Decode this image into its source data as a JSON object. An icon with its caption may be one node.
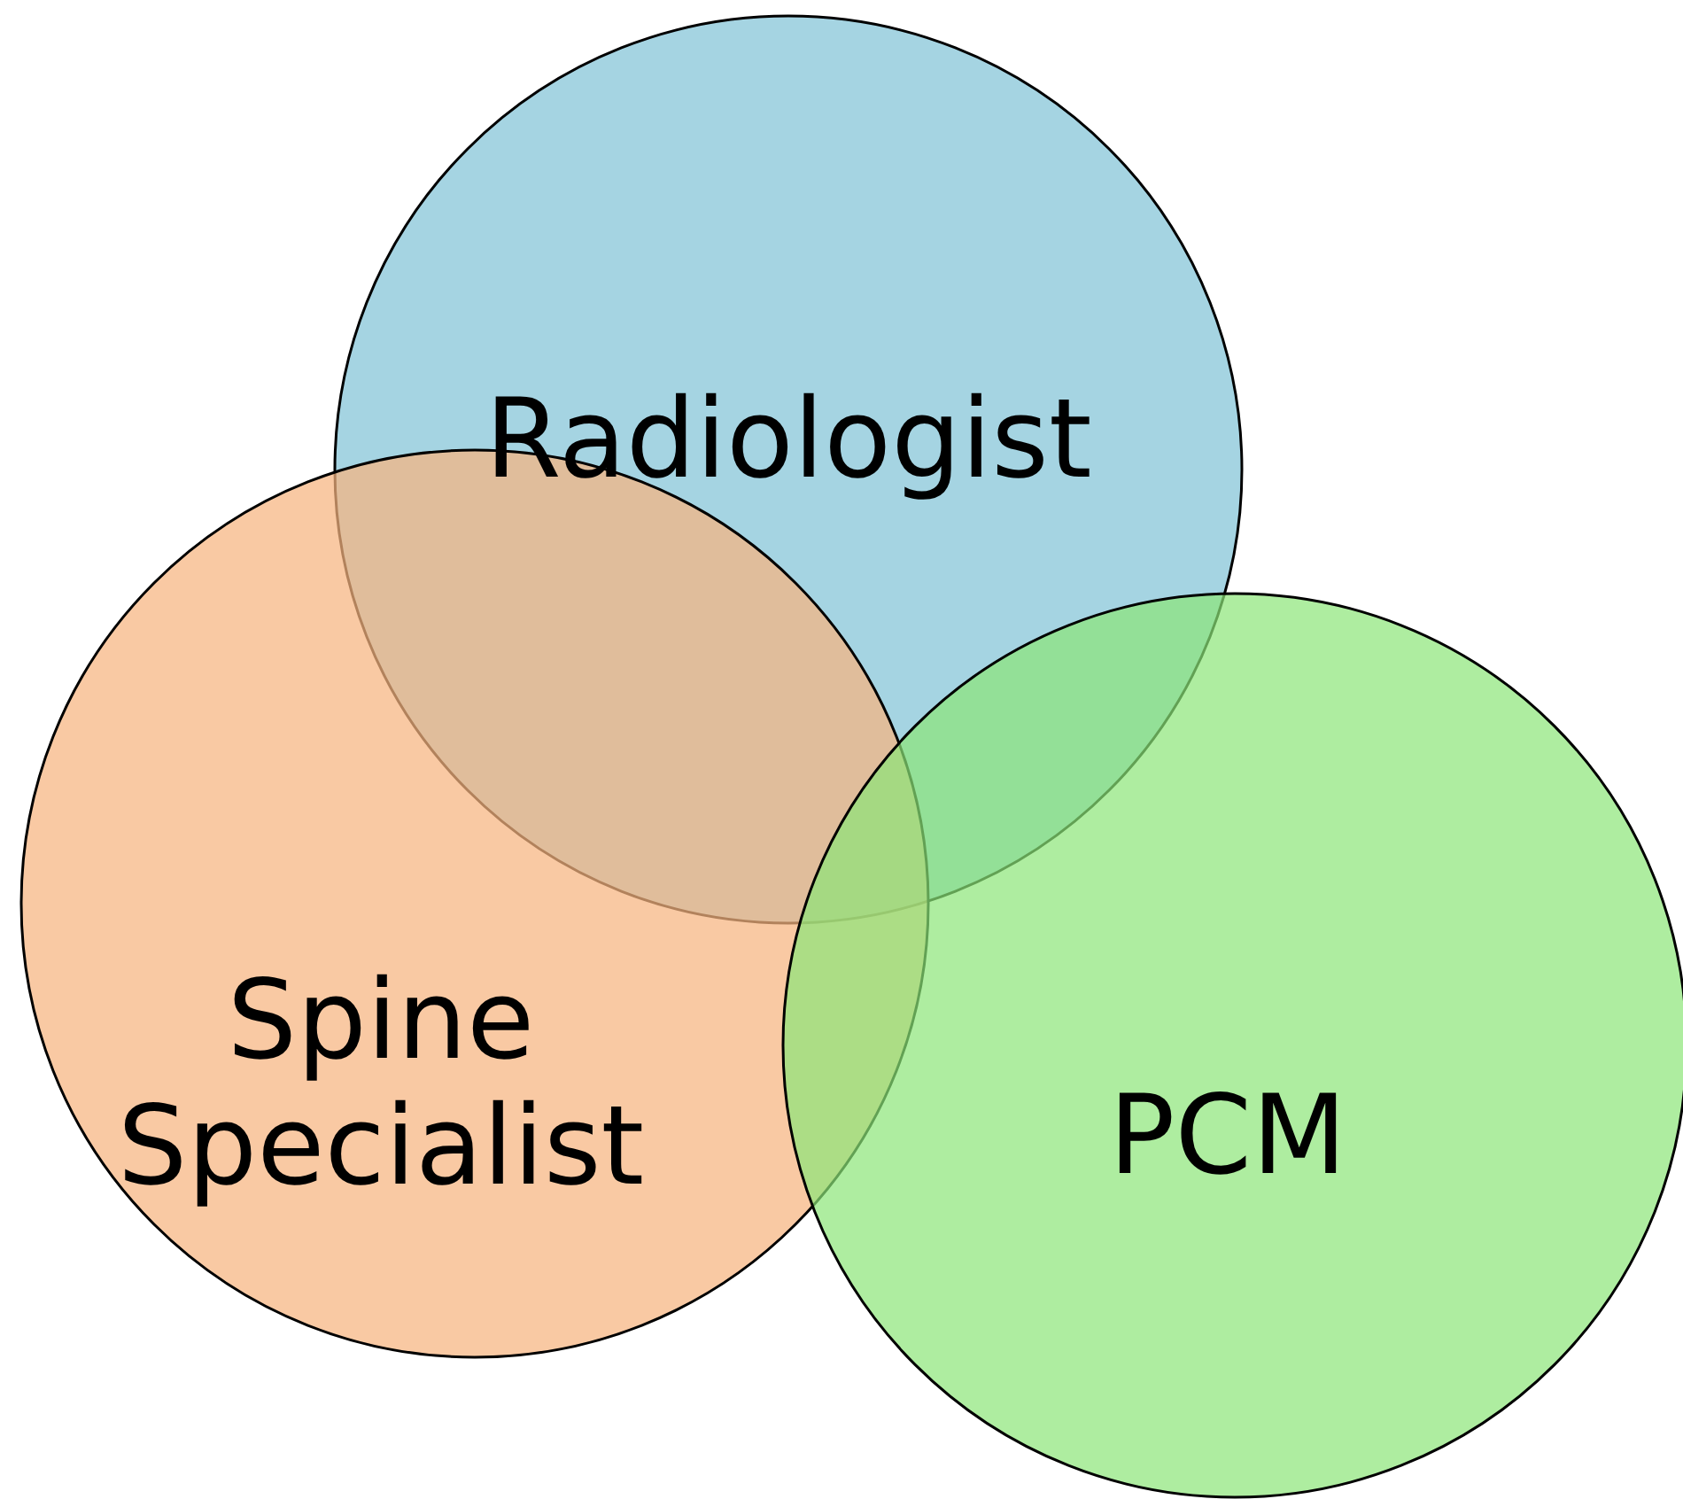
{
  "diagram": {
    "nodes": [
      {
        "text": [
          "Radiologist"
        ]
      },
      {
        "text": [
          "Spine Specialist"
        ]
      },
      {
        "text": [
          "PCM"
        ]
      }
    ],
    "edges": []
  }
}
